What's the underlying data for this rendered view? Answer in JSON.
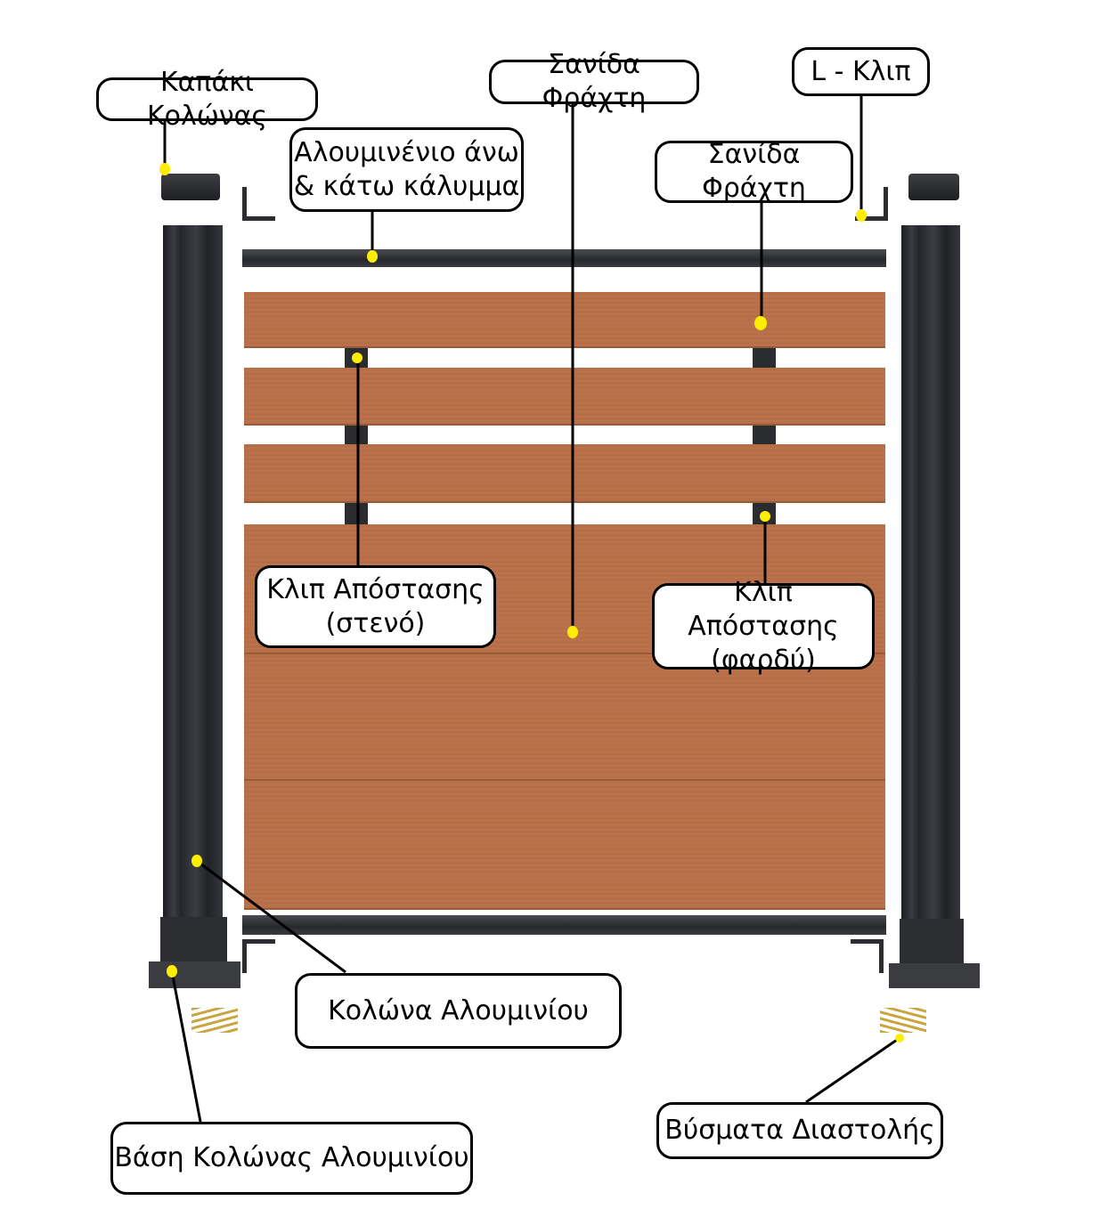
{
  "labels": {
    "post_cap": "Καπάκι Κολώνας",
    "rail_cover": "Αλουμινένιο άνω\n& κάτω κάλυμμα",
    "fence_board_1": "Σανίδα Φράχτη",
    "l_clip": "L - Κλιπ",
    "fence_board_2": "Σανίδα Φράχτη",
    "spacer_narrow": "Κλιπ Απόστασης\n(στενό)",
    "spacer_wide": "Κλιπ Απόστασης\n(φαρδύ)",
    "aluminium_post": "Κολώνα Αλουμινίου",
    "post_base": "Βάση Κολώνας Αλουμινίου",
    "expansion_plugs": "Βύσματα Διαστολής"
  },
  "colors": {
    "marker": "#ffee00",
    "board": "#b9714a",
    "metal": "#2b2d31"
  }
}
